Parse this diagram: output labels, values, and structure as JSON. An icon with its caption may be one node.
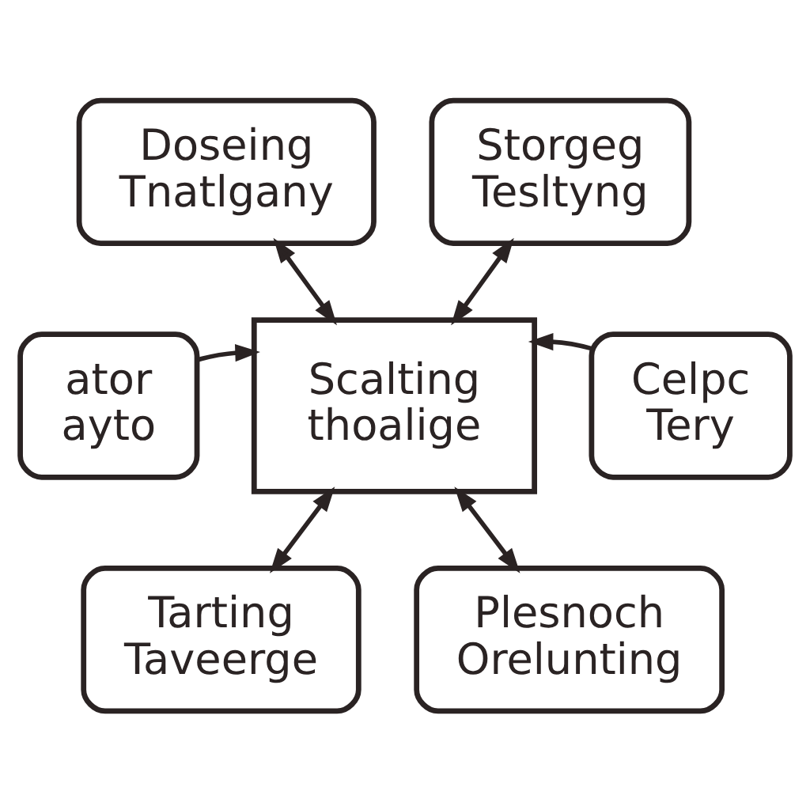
{
  "diagram": {
    "nodes": [
      {
        "text": [
          "Doseing Tnatlgany"
        ]
      },
      {
        "text": [
          "Storgeg Tesltyng"
        ]
      },
      {
        "text": [
          "ator ayto"
        ]
      },
      {
        "text": [
          "Scalting thoalige"
        ]
      },
      {
        "text": [
          "Celpc Tery"
        ]
      },
      {
        "text": [
          "Tarting Taveerge"
        ]
      },
      {
        "text": [
          "Plesnoch Orelunting"
        ]
      }
    ],
    "edges": [
      {
        "from": 0,
        "to": 3,
        "arrow": "both"
      },
      {
        "from": 1,
        "to": 3,
        "arrow": "both"
      },
      {
        "from": 2,
        "to": 3,
        "arrow": "to"
      },
      {
        "from": 4,
        "to": 3,
        "arrow": "to"
      },
      {
        "from": 3,
        "to": 5,
        "arrow": "both"
      },
      {
        "from": 3,
        "to": 6,
        "arrow": "both"
      }
    ]
  }
}
